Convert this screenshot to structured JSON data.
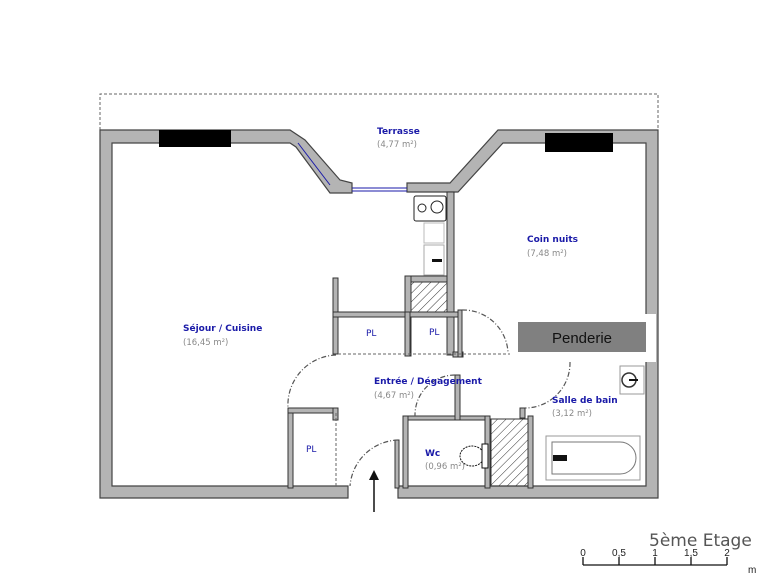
{
  "title": "5ème Etage",
  "rooms": {
    "terrasse": {
      "name": "Terrasse",
      "area": "(4,77 m²)"
    },
    "coin_nuits": {
      "name": "Coin nuits",
      "area": "(7,48 m²)"
    },
    "sejour": {
      "name": "Séjour / Cuisine",
      "area": "(16,45 m²)"
    },
    "entree": {
      "name": "Entrée / Dégagement",
      "area": "(4,67 m²)"
    },
    "salle_de_bain": {
      "name": "Salle de bain",
      "area": "(3,12 m²)"
    },
    "wc": {
      "name": "Wc",
      "area": "(0,96 m²)"
    }
  },
  "closets": [
    "PL",
    "PL",
    "PL"
  ],
  "penderie": "Penderie",
  "scale": {
    "ticks": [
      "0",
      "0,5",
      "1",
      "1,5",
      "2"
    ],
    "unit": "m"
  },
  "colors": {
    "wall": "#b4b4b4",
    "label": "#1a1aa8",
    "penderie": "#808080",
    "window": "#1a1aa8"
  }
}
